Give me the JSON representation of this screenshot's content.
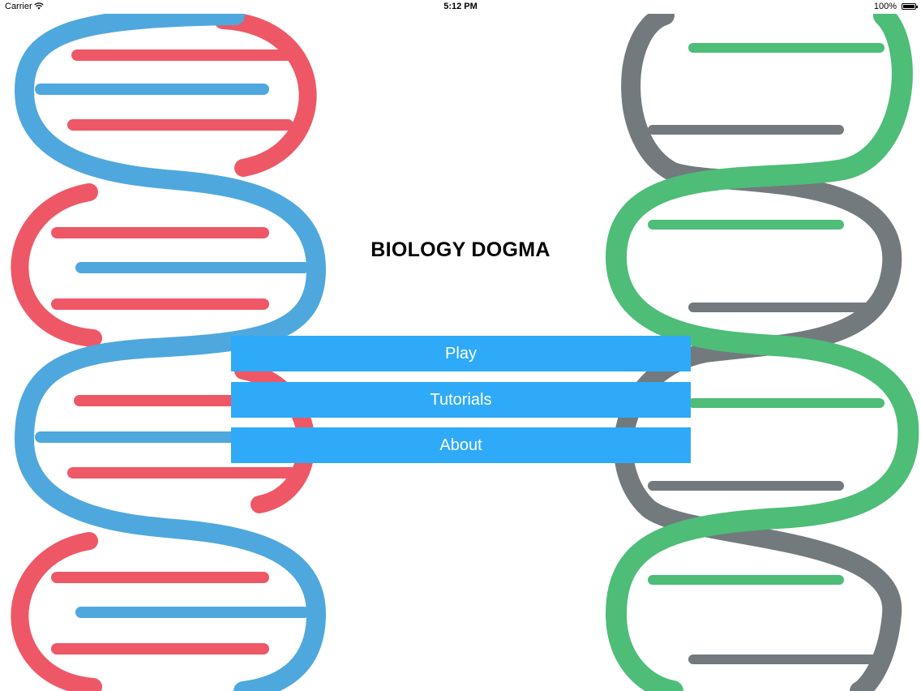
{
  "status_bar": {
    "carrier": "Carrier",
    "time": "5:12 PM",
    "battery": "100%"
  },
  "title": "BIOLOGY DOGMA",
  "menu": {
    "play_label": "Play",
    "tutorials_label": "Tutorials",
    "about_label": "About"
  },
  "colors": {
    "button_bg": "#2eaaf9",
    "button_text": "#ffffff",
    "helix_blue": "#4fa8dd",
    "helix_red": "#ee5866",
    "helix_green": "#4dbd78",
    "helix_gray": "#727a7e"
  },
  "icons": [
    "wifi-icon",
    "battery-icon"
  ]
}
